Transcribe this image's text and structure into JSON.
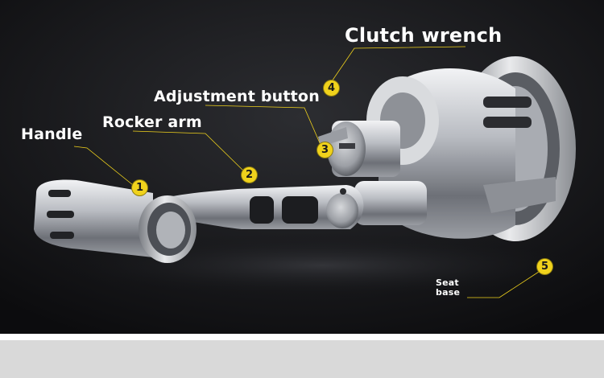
{
  "labels": {
    "handle": "Handle",
    "rocker_arm": "Rocker arm",
    "adjustment_button": "Adjustment button",
    "clutch_wrench": "Clutch wrench",
    "seat_base_line1": "Seat",
    "seat_base_line2": "base"
  },
  "markers": {
    "one": "1",
    "two": "2",
    "three": "3",
    "four": "4",
    "five": "5"
  },
  "colors": {
    "background": "#111214",
    "marker": "#f0d21c",
    "text": "#ffffff"
  }
}
